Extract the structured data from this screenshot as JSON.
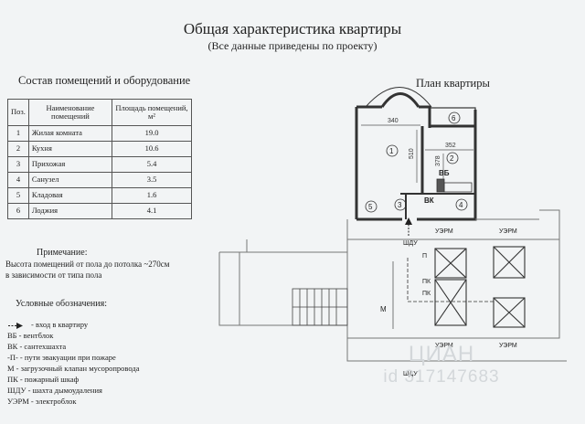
{
  "header": {
    "title": "Общая характеристика квартиры",
    "subtitle": "(Все данные приведены по проекту)"
  },
  "rooms_section": {
    "heading": "Состав помещений и оборудование",
    "columns": [
      "Поз.",
      "Наименование помещений",
      "Площадь помещений, м²"
    ],
    "rows": [
      {
        "pos": "1",
        "name": "Жилая комната",
        "area": "19.0"
      },
      {
        "pos": "2",
        "name": "Кухня",
        "area": "10.6"
      },
      {
        "pos": "3",
        "name": "Прихожая",
        "area": "5.4"
      },
      {
        "pos": "4",
        "name": "Санузел",
        "area": "3.5"
      },
      {
        "pos": "5",
        "name": "Кладовая",
        "area": "1.6"
      },
      {
        "pos": "6",
        "name": "Лоджия",
        "area": "4.1"
      }
    ]
  },
  "notes": {
    "heading": "Примечание:",
    "line1": "Высота помещений от пола до потолка ~270см",
    "line2": "в зависимости от типа пола"
  },
  "legend": {
    "heading": "Условные обозначения:",
    "items": [
      "- вход в квартиру",
      "ВБ - вентблок",
      "ВК - сантехшахта",
      "-П- - пути эвакуации при пожаре",
      "М - загрузочный клапан мусоропровода",
      "ПК - пожарный шкаф",
      "ШДУ - шахта дымоудаления",
      "УЭРМ - электроблок"
    ]
  },
  "plan": {
    "heading": "План квартиры",
    "dimensions": {
      "living_width": "340",
      "kitchen_width": "352",
      "living_depth": "510",
      "kitchen_depth": "378"
    },
    "room_numbers": [
      "1",
      "2",
      "3",
      "4",
      "5",
      "6"
    ],
    "labels": {
      "vb": "ВБ",
      "vk": "ВК",
      "m": "М",
      "shdu": "ШДУ",
      "pk": "ПК",
      "p": "П",
      "uerm": "УЭРМ"
    }
  },
  "watermark": {
    "top": "ЦИАН",
    "bottom": "id 317147683"
  }
}
